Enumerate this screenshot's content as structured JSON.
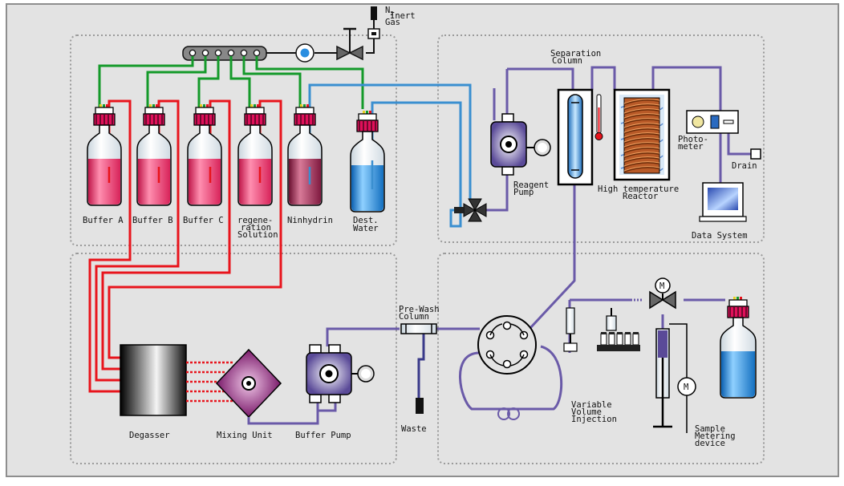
{
  "colors": {
    "background": "#e3e3e3",
    "frame": "#8e8e8e",
    "panel_border": "#9a9a9a",
    "buffer_line": "#e8141c",
    "gas_line": "#149a2a",
    "water_line": "#3a8fd0",
    "reagent_line": "#6a5aa8",
    "bottle_pink": "#f0447c",
    "bottle_ninhydrin": "#a02850",
    "bottle_water": "#2a8ee0",
    "cap": "#e0105a"
  },
  "gas": {
    "n2_main": "N",
    "n2_sub": "2",
    "line1": "Inert",
    "line2": "Gas"
  },
  "bottles": [
    {
      "label": [
        "Buffer A"
      ]
    },
    {
      "label": [
        "Buffer B"
      ]
    },
    {
      "label": [
        "Buffer C"
      ]
    },
    {
      "label": [
        "regene-",
        "ration",
        "Solution"
      ]
    },
    {
      "label": [
        "Ninhydrin"
      ]
    },
    {
      "label": [
        "Dest.",
        "Water"
      ]
    }
  ],
  "labels": {
    "separation_column": [
      "Separation",
      "Column"
    ],
    "reagent_pump": [
      "Reagent",
      "Pump"
    ],
    "reactor": [
      "High temperature",
      "Reactor"
    ],
    "photometer": [
      "Photo-",
      "meter"
    ],
    "drain": "Drain",
    "data_system": "Data System",
    "degasser": "Degasser",
    "mixing_unit": "Mixing Unit",
    "buffer_pump": "Buffer Pump",
    "prewash": [
      "Pre-Wash",
      "Column"
    ],
    "waste": "Waste",
    "injection": [
      "Variable",
      "Volume",
      "Injection"
    ],
    "sample_metering": [
      "Sample",
      "Metering",
      "device"
    ],
    "motor": "M"
  }
}
